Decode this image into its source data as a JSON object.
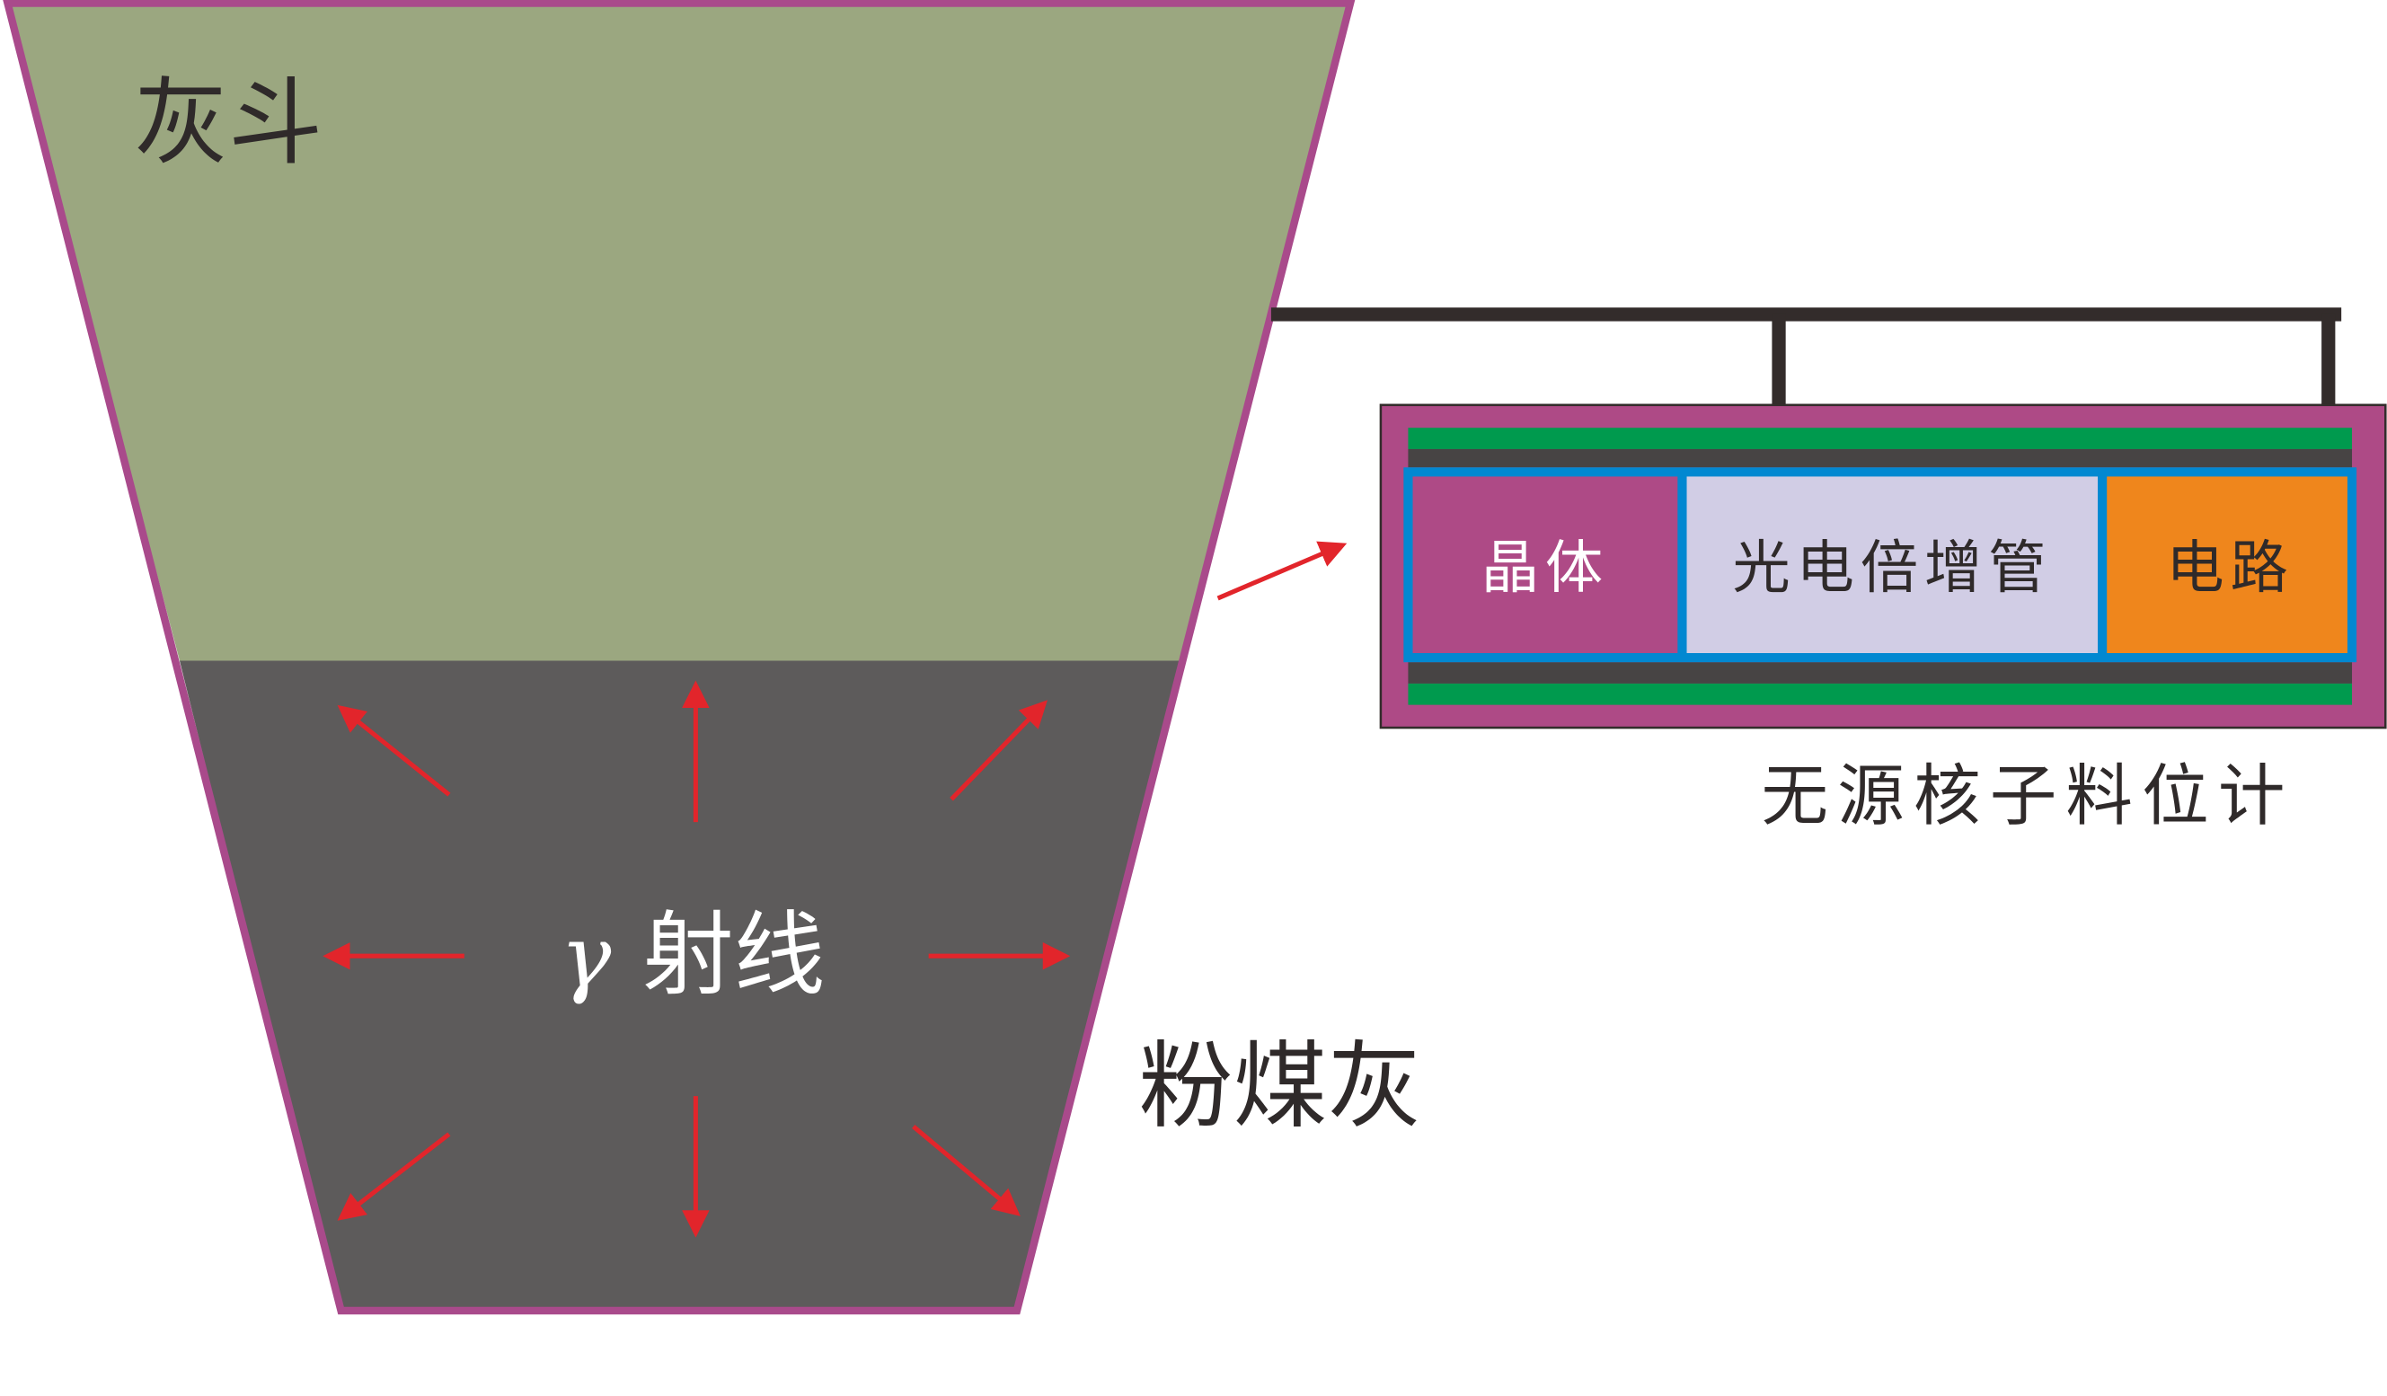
{
  "labels": {
    "hopper": "灰斗",
    "fly_ash": "粉煤灰",
    "gamma": "γ",
    "rays": "射线",
    "crystal": "晶体",
    "pmt": "光电倍增管",
    "circuit": "电路",
    "device": "无源核子料位计"
  },
  "colors": {
    "hopper_upper": "#9BA780",
    "hopper_lower": "#5D5B5B",
    "hopper_border": "#A94A8B",
    "arrow": "#E2252B",
    "frame": "#332C2B",
    "box": "#AE4A86",
    "green": "#009A4E",
    "dark": "#474444",
    "blue": "#0288D1",
    "crystal": "#AE4A86",
    "pmt": "#D1CDE5",
    "circuit": "#EF861C"
  }
}
